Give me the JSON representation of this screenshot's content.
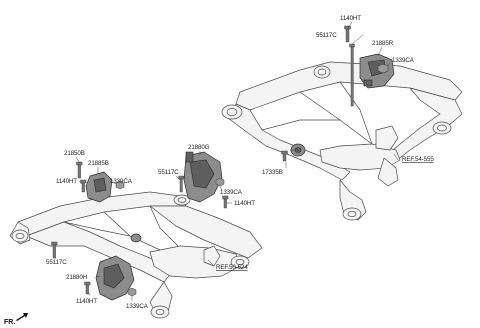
{
  "labels": {
    "top_1140ht": "1140HT",
    "top_55117c": "55117C",
    "top_21885r": "21885R",
    "top_1339ca": "1339CA",
    "top_17335b": "17335B",
    "top_ref": "REF.54-555",
    "left_21850b": "21850B",
    "left_21885b": "21885B",
    "left_1140ht": "1140HT",
    "left_1339ca": "1339CA",
    "mid_21880g": "21880G",
    "mid_55117c": "55117C",
    "mid_1339ca": "1339CA",
    "mid_1140ht": "1140HT",
    "low_55117c": "55117C",
    "low_ref": "REF.50-624",
    "low_21880h": "21880H",
    "low_1140ht": "1140HT",
    "low_1339ca": "1339CA"
  },
  "direction": {
    "text": "FR."
  },
  "icons": {
    "direction_arrow": "arrow-icon"
  }
}
